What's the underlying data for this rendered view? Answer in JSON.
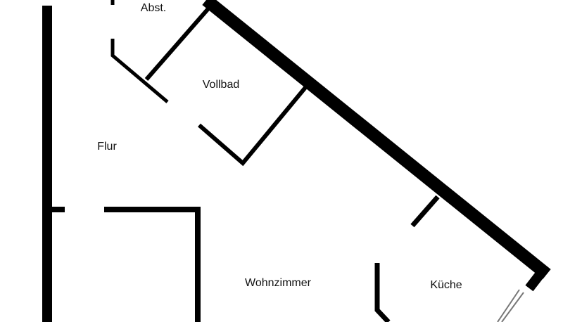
{
  "floorplan": {
    "rooms": {
      "abstellraum": "Abst.",
      "vollbad": "Vollbad",
      "flur": "Flur",
      "wohnzimmer": "Wohnzimmer",
      "kueche": "Küche"
    },
    "colors": {
      "wall": "#000000",
      "background": "#ffffff",
      "text": "#111111",
      "window": "#777777"
    }
  }
}
